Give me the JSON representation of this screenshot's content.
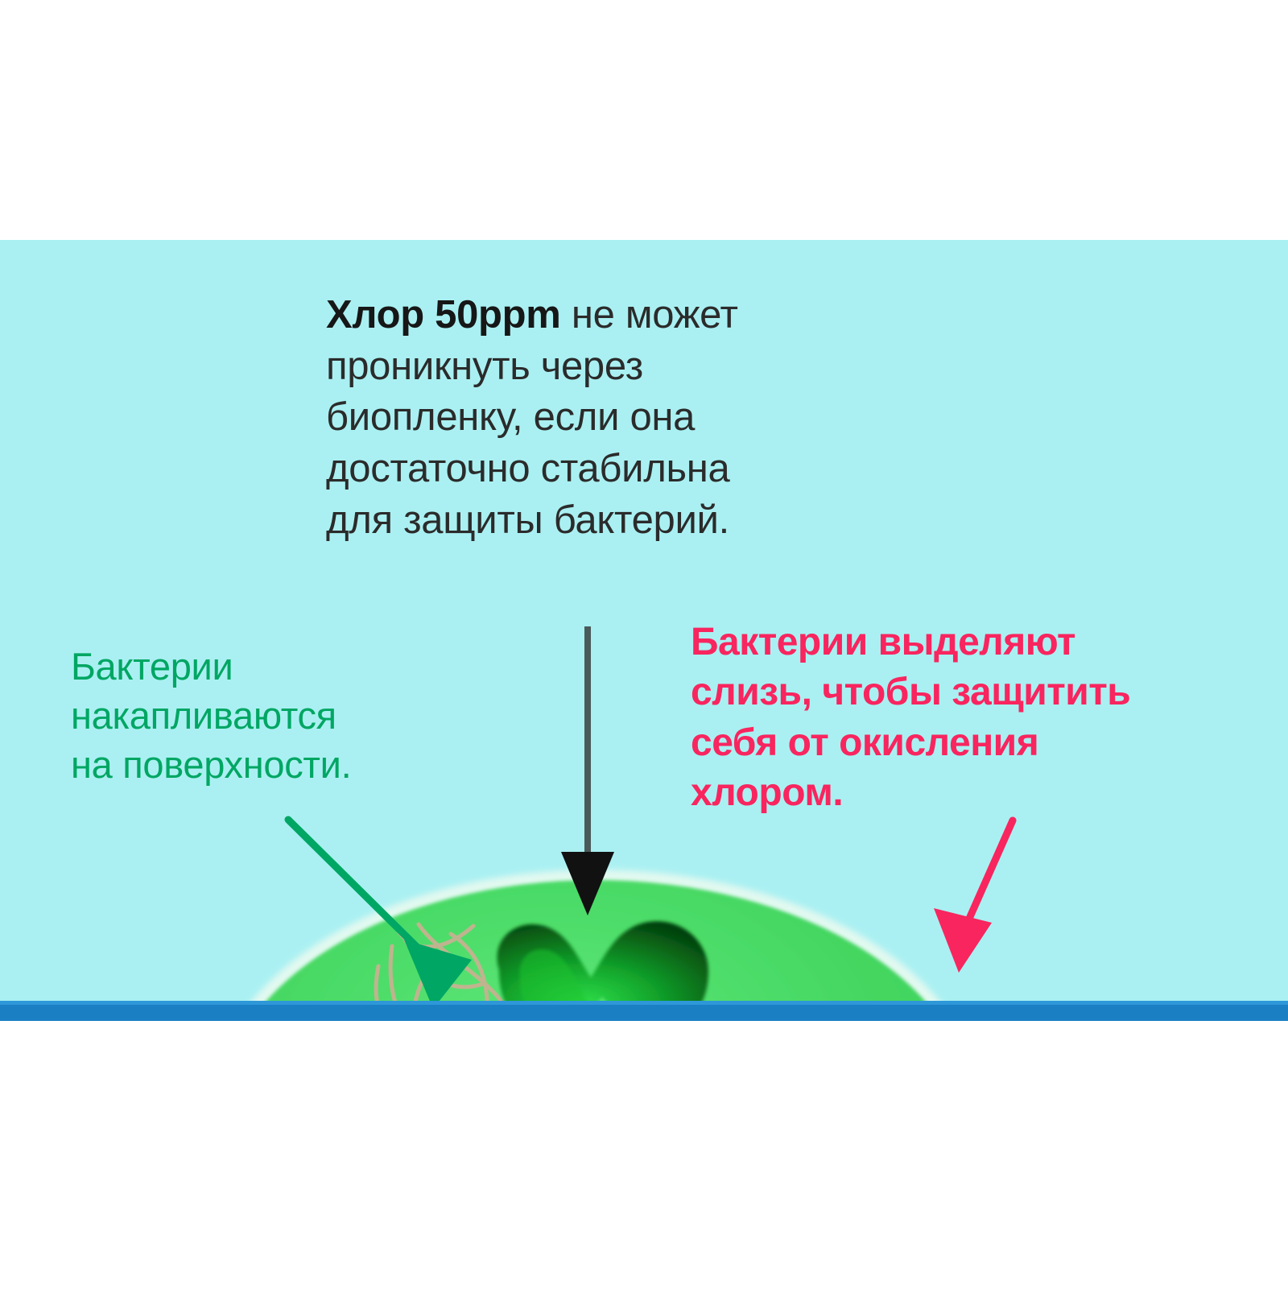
{
  "image": {
    "kind": "educational-diagram",
    "background_color": "#ffffff",
    "panel_color": "#aaf0f2",
    "bottom_bar_color": "#1b7fc4"
  },
  "annotations": {
    "chlorine": {
      "bold_part": "Хлор 50ppm",
      "rest": " не может\nпроникнуть через\nбиопленку, если она\nдостаточно стабильна\nдля защиты бактерий.",
      "color": "#2b2b2b"
    },
    "accumulate": {
      "text": "Бактерии\nнакапливаются\nна поверхности.",
      "color": "#00a663"
    },
    "slime": {
      "text": "Бактерии выделяют\nслизь, чтобы защитить\nсебя от окисления\nхлором.",
      "color": "#f8255f"
    }
  },
  "arrows": {
    "chlorine_arrow": {
      "label": "chlorine-down-arrow",
      "color": "#3d3d3d"
    },
    "accumulate_arrow": {
      "label": "accumulate-arrow",
      "color": "#00a663"
    },
    "slime_arrow": {
      "label": "slime-arrow",
      "color": "#f8255f"
    }
  },
  "illustration": {
    "biofilm_dome": {
      "label": "biofilm-dome",
      "color": "#45d762"
    },
    "bacterium": {
      "label": "bacterium",
      "color": "#149c2a"
    },
    "filaments": {
      "label": "bacterial-filaments",
      "color": "#c9b79a"
    }
  }
}
